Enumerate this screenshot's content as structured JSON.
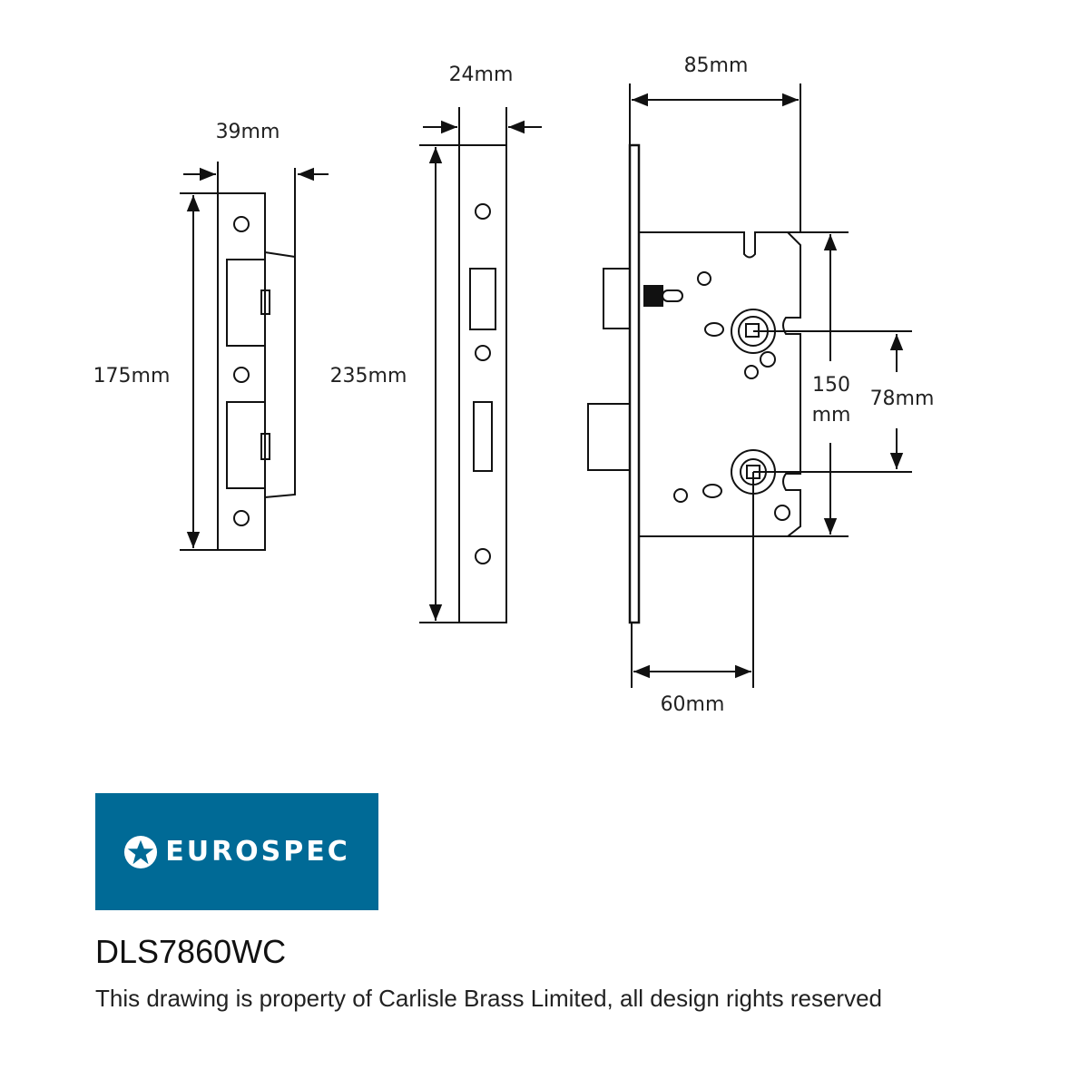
{
  "dimensions": {
    "strike_width": "39mm",
    "strike_height": "175mm",
    "forend_width": "24mm",
    "forend_height": "235mm",
    "backset_total": "85mm",
    "case_height_value": "150",
    "case_height_unit": "mm",
    "centres": "78mm",
    "backset": "60mm"
  },
  "logo": {
    "text": "EUROSPEC",
    "icon": "star-circle-icon",
    "color": "#006a96"
  },
  "product_code": "DLS7860WC",
  "copyright": "This drawing is property of Carlisle Brass Limited, all design rights reserved"
}
